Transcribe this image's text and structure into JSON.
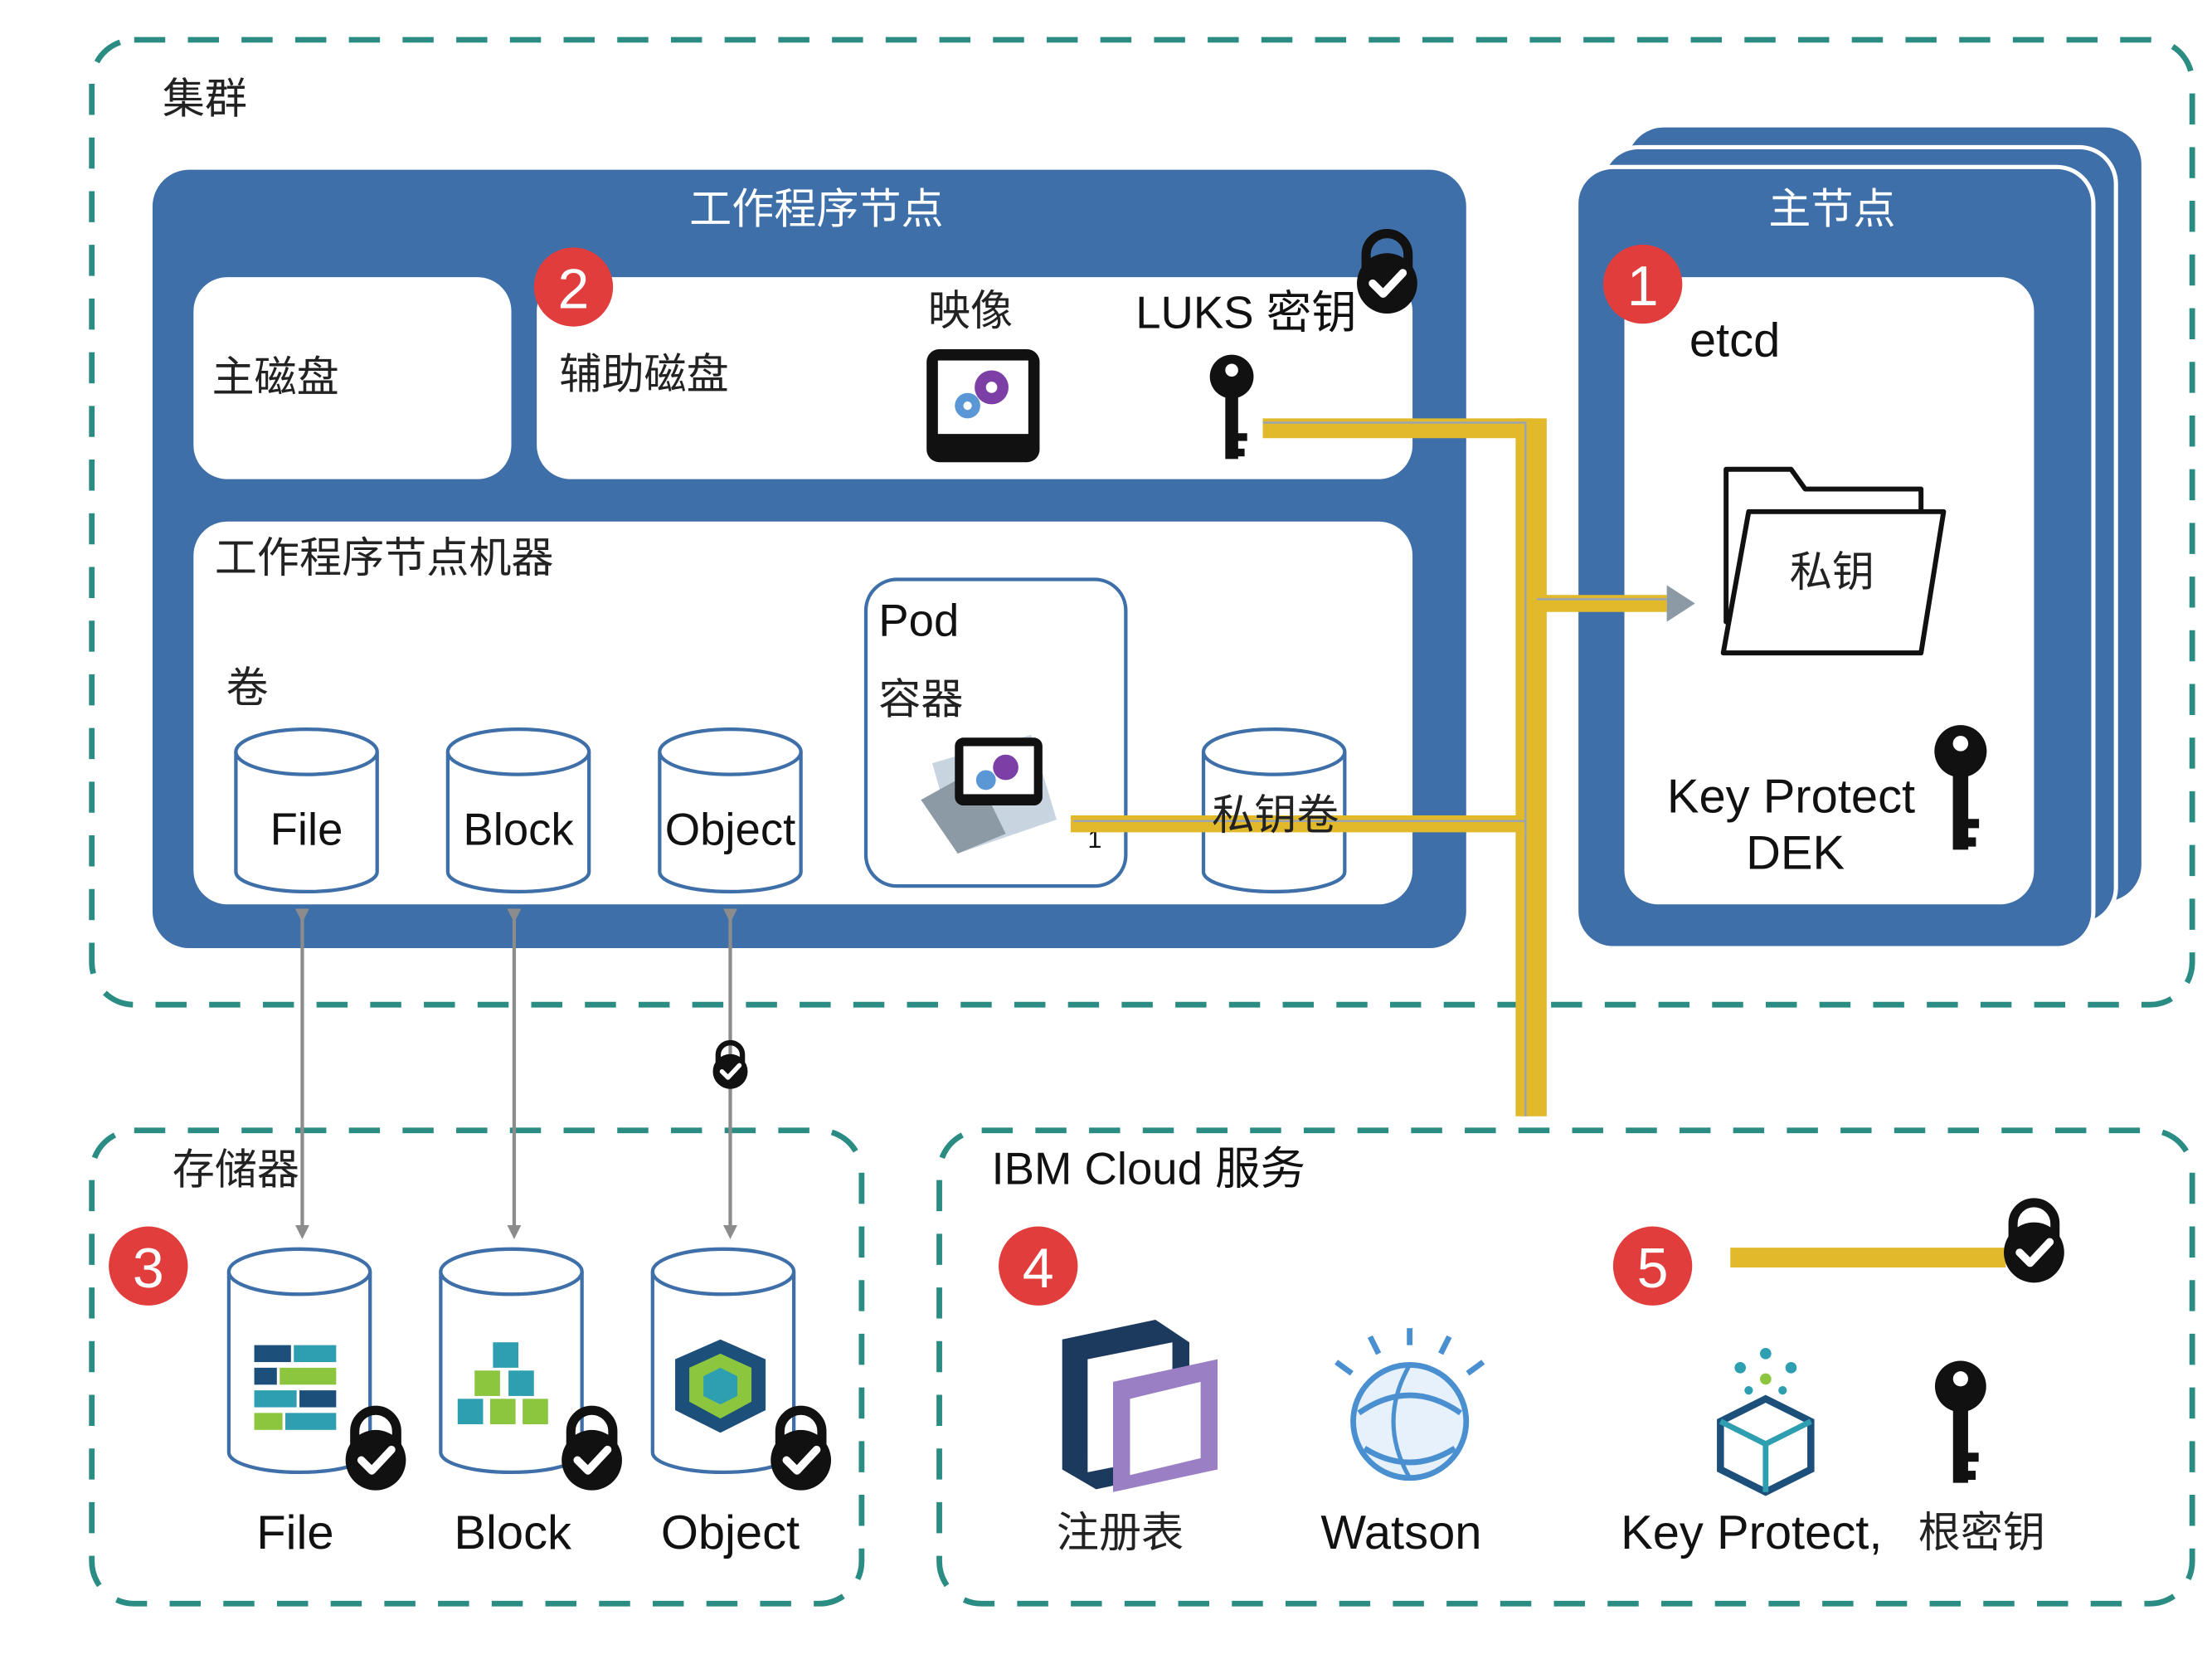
{
  "colors": {
    "dash_teal": "#2a8c82",
    "node_blue": "#3e6fa8",
    "yellow": "#e2b92a",
    "badge_red": "#e23d3d",
    "black": "#111111",
    "arrow_gray": "#8c8c8c"
  },
  "cluster": {
    "label": "集群",
    "worker_node": {
      "title": "工作程序节点",
      "primary_disk": "主磁盘",
      "secondary_disk": "辅助磁盘",
      "badge": "2",
      "image_label": "映像",
      "luks_label": "LUKS 密钥",
      "machine": {
        "title": "工作程序节点机器",
        "volumes_label": "卷",
        "volumes": [
          "File",
          "Block",
          "Object"
        ],
        "pod_label": "Pod",
        "container_label": "容器",
        "secret_volume": "私钥卷",
        "small_mark": "1"
      }
    },
    "master_node": {
      "title": "主节点",
      "badge": "1",
      "etcd": "etcd",
      "secret": "私钥",
      "dek_line1": "Key Protect",
      "dek_line2": "DEK"
    }
  },
  "storage": {
    "label": "存储器",
    "badge": "3",
    "items": [
      "File",
      "Block",
      "Object"
    ]
  },
  "ibm_cloud": {
    "label": "IBM Cloud 服务",
    "badge4": "4",
    "badge5": "5",
    "registry": "注册表",
    "watson": "Watson",
    "key_protect": "Key Protect,",
    "root_key": "根密钥"
  },
  "icons": [
    "lock-check-icon",
    "key-icon",
    "folder-icon",
    "gear-icon",
    "cylinder-icon",
    "registry-logo-icon",
    "watson-logo-icon",
    "key-protect-logo-icon"
  ]
}
